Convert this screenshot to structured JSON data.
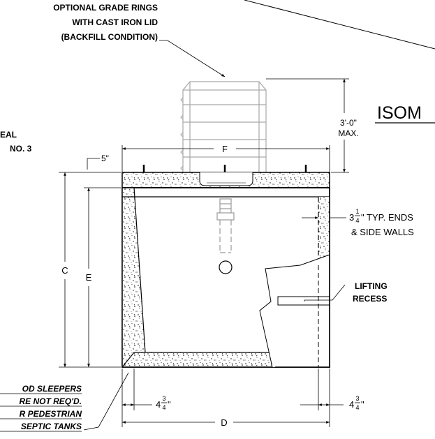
{
  "notes": {
    "grade_rings": [
      "OPTIONAL GRADE RINGS",
      "WITH CAST IRON LID",
      "(BACKFILL CONDITION)"
    ],
    "partial_left_top": "EAL",
    "partial_left_bottom": "NO. 3",
    "isometric_partial": "ISOM",
    "lifting_recess": [
      "LIFTING",
      "RECESS"
    ],
    "wall_thickness": {
      "whole": "3",
      "numerator": "1",
      "denominator": "4",
      "suffix": "\" TYP. ENDS",
      "line2": "& SIDE WALLS"
    },
    "sleepers": [
      "OD SLEEPERS",
      "RE NOT REQ'D.",
      "R PEDESTRIAN",
      "SEPTIC TANKS"
    ]
  },
  "dimensions": {
    "riser_height": [
      "3'-0\"",
      "MAX."
    ],
    "top_offset": "5\"",
    "F": "F",
    "C": "C",
    "E": "E",
    "D": "D",
    "bottom_offset": {
      "whole": "4",
      "numerator": "3",
      "denominator": "4",
      "suffix": "\""
    }
  }
}
